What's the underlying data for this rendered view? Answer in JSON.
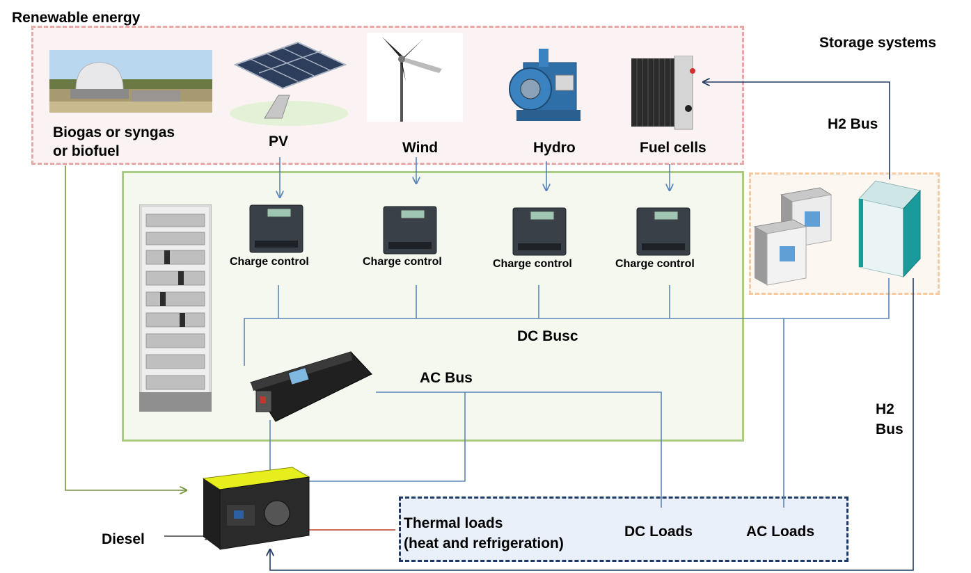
{
  "groups": {
    "renewable_label": "Renewable energy",
    "storage_label": "Storage systems"
  },
  "sources": {
    "biogas_line1": "Biogas or syngas",
    "biogas_line2": "or  biofuel",
    "pv": "PV",
    "wind": "Wind",
    "hydro": "Hydro",
    "fuel_cells": "Fuel cells"
  },
  "controllers": [
    {
      "label": "Charge control"
    },
    {
      "label": "Charge control"
    },
    {
      "label": "Charge control"
    },
    {
      "label": "Charge control"
    }
  ],
  "buses": {
    "dc": "DC Busc",
    "ac": "AC Bus",
    "h2_top": "H2 Bus",
    "h2_side_line1": "H2",
    "h2_side_line2": "Bus"
  },
  "loads": {
    "thermal_line1": "Thermal loads",
    "thermal_line2": "(heat and refrigeration)",
    "dc": "DC Loads",
    "ac": "AC Loads"
  },
  "generator": {
    "label": "Diesel"
  },
  "colors": {
    "renewable_border": "#e8a8a8",
    "renewable_fill": "#fbf3f3",
    "microgrid_border": "#a9cb82",
    "microgrid_fill": "#f4f8ef",
    "storage_border": "#f6c9a0",
    "storage_fill": "#fdf7f2",
    "loads_border": "#1f3864",
    "loads_fill": "#eaf0fa",
    "bus_line": "#5b86b8",
    "h2_line": "#1f3864",
    "biofuel_line": "#76923c",
    "thermal_line": "#c0392b",
    "diesel_line": "#404040"
  }
}
